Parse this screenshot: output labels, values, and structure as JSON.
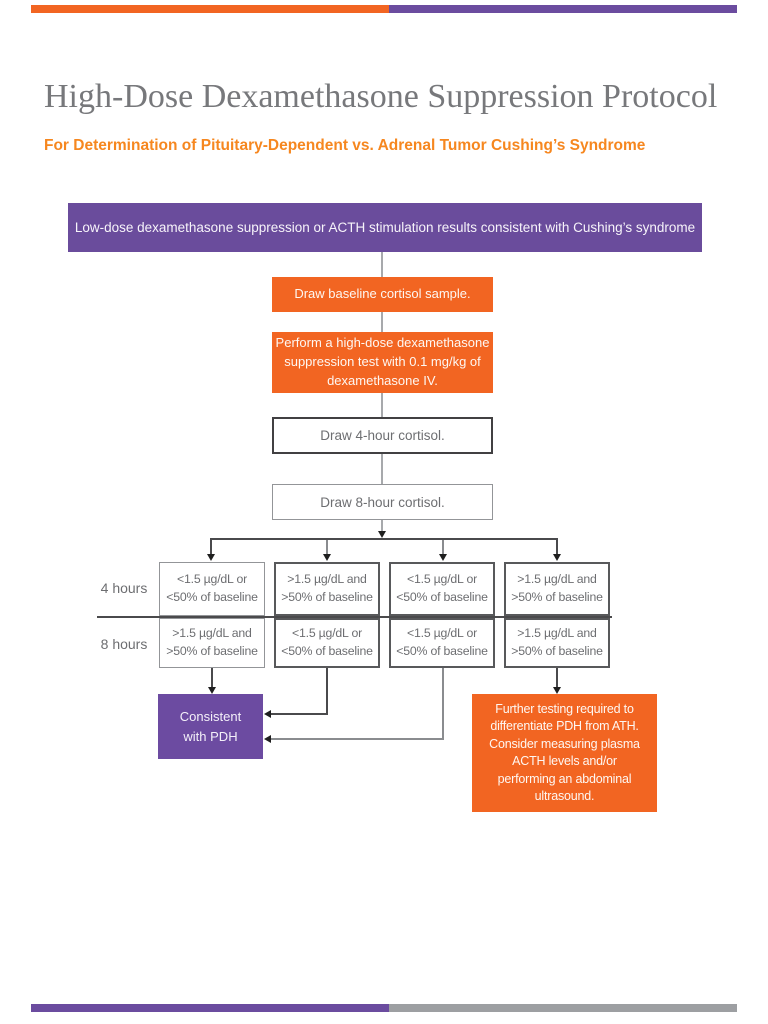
{
  "document": {
    "title": "High-Dose Dexamethasone Suppression Protocol",
    "subtitle": "For Determination of Pituitary-Dependent vs. Adrenal Tumor Cushing’s Syndrome"
  },
  "colors": {
    "orange": "#F26522",
    "subtitle_orange": "#F6871F",
    "purple_banner": "#6A4C9C",
    "purple_outcome": "#6C4BA1",
    "title_gray": "#77787B",
    "text_gray": "#6D6E71",
    "line_gray": "#A7A9AC",
    "line_dark": "#4A4A4C",
    "strip_bottom_gray": "#9D9FA2"
  },
  "flowchart": {
    "banner": "Low-dose dexamethasone suppression or ACTH stimulation results consistent with Cushing’s syndrome",
    "step_baseline": "Draw baseline cortisol sample.",
    "step_highdose_lines": [
      "Perform a high-dose dexamethasone",
      "suppression test with 0.1 mg/kg of",
      "dexamethasone IV."
    ],
    "step_4h": "Draw 4-hour cortisol.",
    "step_8h": "Draw 8-hour cortisol.",
    "table": {
      "row_labels": [
        "4 hours",
        "8 hours"
      ],
      "columns": [
        {
          "h4": [
            "<1.5 µg/dL or",
            "<50% of baseline"
          ],
          "h8": [
            ">1.5 µg/dL and",
            ">50% of baseline"
          ]
        },
        {
          "h4": [
            ">1.5 µg/dL and",
            ">50% of baseline"
          ],
          "h8": [
            "<1.5 µg/dL or",
            "<50% of baseline"
          ]
        },
        {
          "h4": [
            "<1.5 µg/dL or",
            "<50% of baseline"
          ],
          "h8": [
            "<1.5 µg/dL or",
            "<50% of baseline"
          ]
        },
        {
          "h4": [
            ">1.5 µg/dL and",
            ">50% of baseline"
          ],
          "h8": [
            ">1.5 µg/dL and",
            ">50% of baseline"
          ]
        }
      ]
    },
    "outcome_pdh_lines": [
      "Consistent",
      "with PDH"
    ],
    "outcome_further_lines": [
      "Further testing required to",
      "differentiate PDH from ATH.",
      "Consider measuring plasma",
      "ACTH levels and/or",
      "performing an abdominal",
      "ultrasound."
    ]
  }
}
